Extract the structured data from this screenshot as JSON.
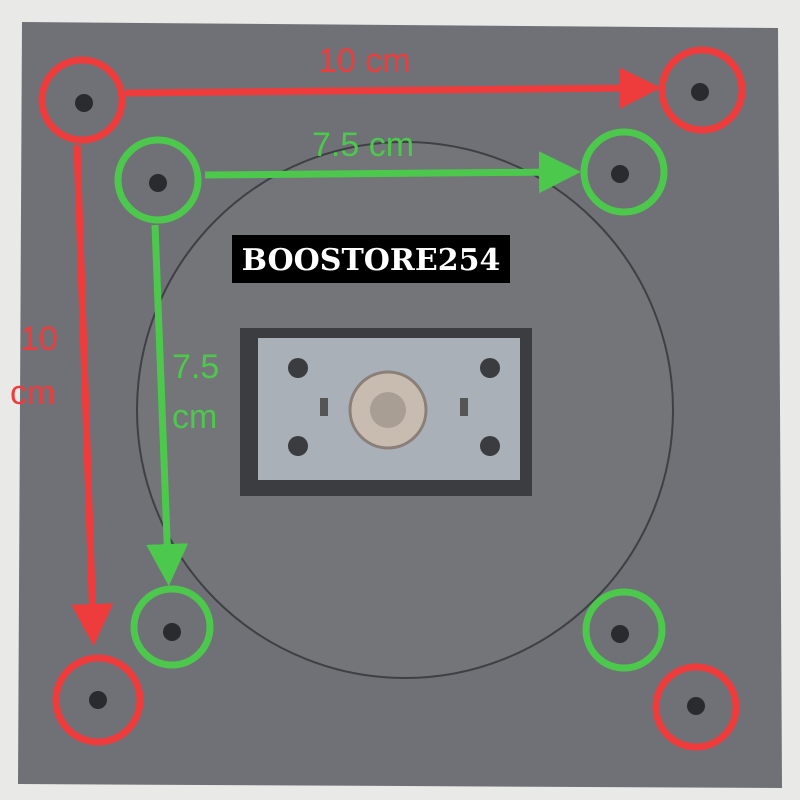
{
  "brand_label": "BOOSTORE254",
  "annotations": {
    "outer_horizontal": "10 cm",
    "inner_horizontal": "7.5 cm",
    "outer_vertical_line1": "10",
    "outer_vertical_line2": "cm",
    "inner_vertical_line1": "7.5",
    "inner_vertical_line2": "cm"
  },
  "colors": {
    "outer_marker": "#ee3b3b",
    "inner_marker": "#4cc94c",
    "plate": "#707277",
    "background": "#e9e9e7"
  }
}
